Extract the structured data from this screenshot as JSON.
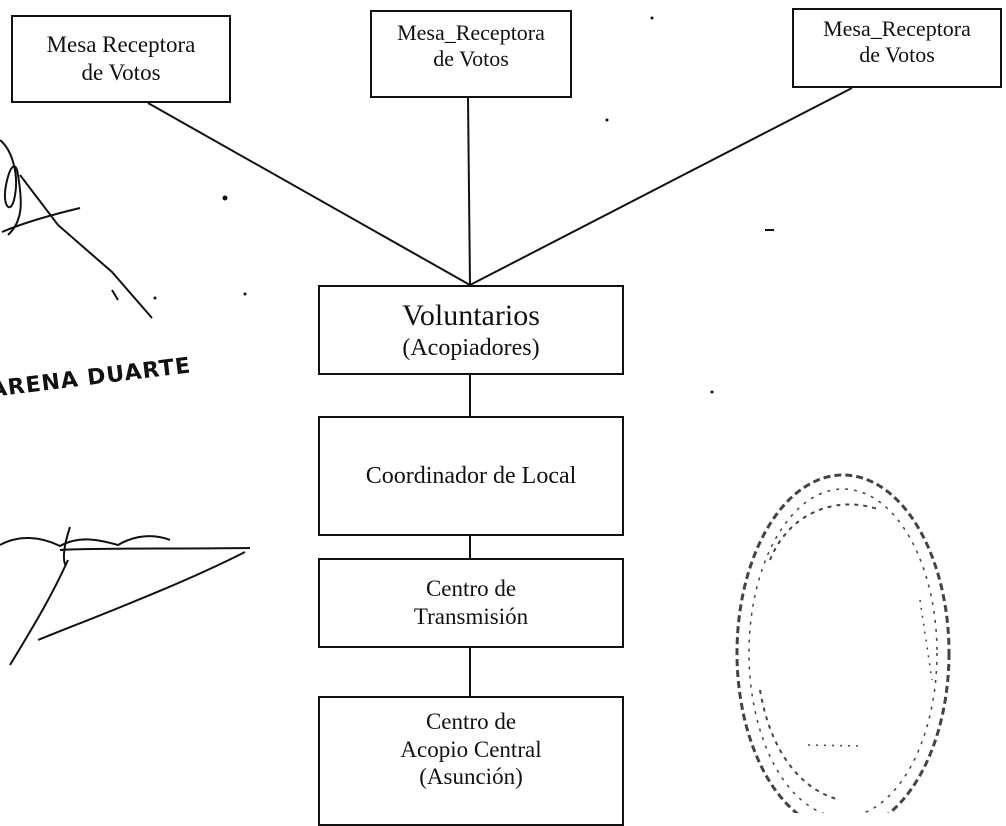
{
  "nodes": {
    "mesa_1": {
      "line1": "Mesa Receptora",
      "line2": "de Votos"
    },
    "mesa_2": {
      "line1": "Mesa_Receptora",
      "line2": "de Votos"
    },
    "mesa_3": {
      "line1": "Mesa_Receptora",
      "line2": "de Votos"
    },
    "voluntarios": {
      "line1": "Voluntarios",
      "line2": "(Acopiadores)"
    },
    "coordinador": {
      "line1": "Coordinador de Local"
    },
    "transmision": {
      "line1": "Centro de",
      "line2": "Transmisión"
    },
    "acopio": {
      "line1": "Centro de",
      "line2": "Acopio Central",
      "line3": "(Asunción)"
    }
  },
  "annotations": {
    "signature_1": "Morales G.",
    "stamp_name": "ARENA DUARTE",
    "signature_2": "Romero Amarilla"
  },
  "colors": {
    "ink": "#111111",
    "background": "#ffffff"
  }
}
